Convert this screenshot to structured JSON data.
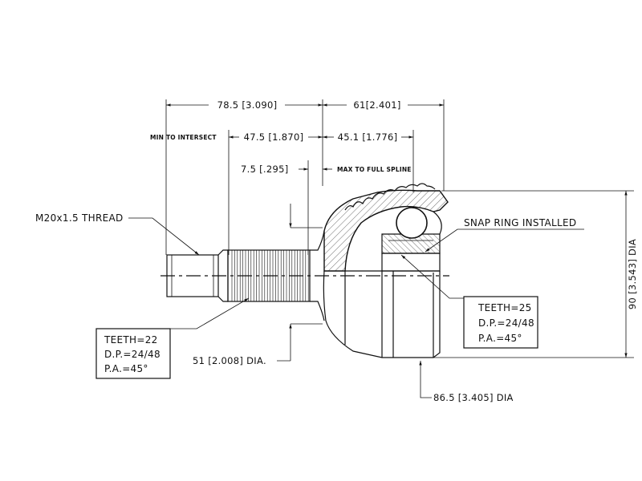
{
  "dimensions": {
    "overall_left": "78.5 [3.090]",
    "overall_right": "61[2.401]",
    "min_to_intersect_label": "MIN TO INTERSECT",
    "intersect_left": "47.5 [1.870]",
    "intersect_right": "45.1 [1.776]",
    "spline_value": "7.5 [.295]",
    "max_to_full_spline_label": "MAX TO FULL SPLINE",
    "thread": "M20x1.5 THREAD",
    "shaft_dia": "51 [2.008] DIA.",
    "outer_dia": "90 [3.543] DIA",
    "housing_dia": "86.5 [3.405] DIA",
    "snap_ring": "SNAP RING INSTALLED"
  },
  "spline_left": {
    "teeth": "TEETH=22",
    "dp": "D.P.=24/48",
    "pa": "P.A.=45°"
  },
  "spline_right": {
    "teeth": "TEETH=25",
    "dp": "D.P.=24/48",
    "pa": "P.A.=45°"
  }
}
